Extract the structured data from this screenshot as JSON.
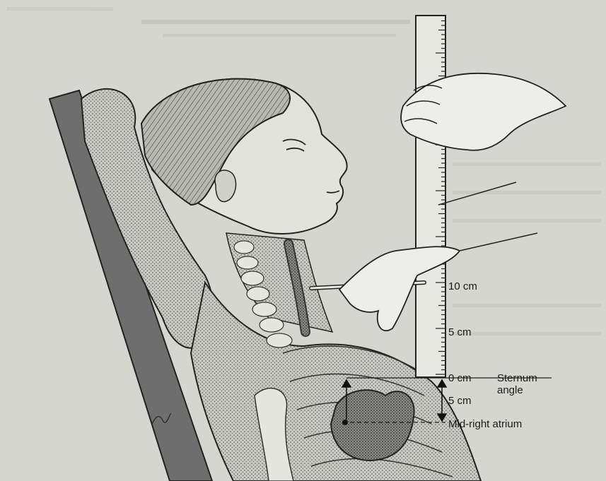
{
  "figure": {
    "labels": {
      "ten_cm": "10 cm",
      "five_cm": "5 cm",
      "zero_cm": "0 cm",
      "sternum_angle_line1": "Sternum",
      "sternum_angle_line2": "angle",
      "five_cm_below": "5 cm",
      "mid_right_atrium": "Mid-right atrium"
    },
    "colors": {
      "paper": "#d6d6d0",
      "ink": "#1a1a1a",
      "shade": "#7a7a7a"
    }
  }
}
